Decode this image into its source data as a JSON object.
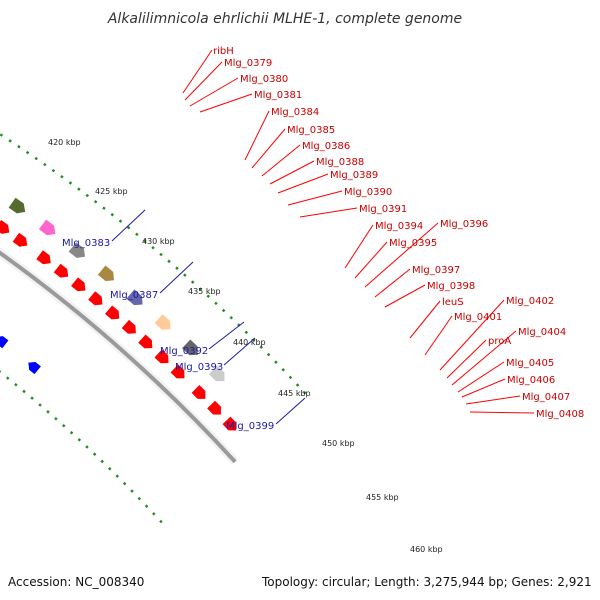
{
  "header": {
    "title": "Alkalilimnicola ehrlichii MLHE-1, complete genome"
  },
  "footer": {
    "accession": "Accession: NC_008340",
    "topology": "Topology: circular; Length: 3,275,944 bp; Genes: 2,921"
  },
  "scale_labels": [
    "420 kbp",
    "425 kbp",
    "430 kbp",
    "435 kbp",
    "440 kbp",
    "445 kbp",
    "450 kbp",
    "455 kbp",
    "460 kbp"
  ],
  "gene_labels_forward": [
    "ribH",
    "Mlg_0379",
    "Mlg_0380",
    "Mlg_0381",
    "Mlg_0384",
    "Mlg_0385",
    "Mlg_0386",
    "Mlg_0388",
    "Mlg_0389",
    "Mlg_0390",
    "Mlg_0391",
    "Mlg_0394",
    "Mlg_0395",
    "Mlg_0396",
    "Mlg_0397",
    "Mlg_0398",
    "leuS",
    "Mlg_0401",
    "Mlg_0402",
    "proA",
    "Mlg_0404",
    "Mlg_0405",
    "Mlg_0406",
    "Mlg_0407",
    "Mlg_0408"
  ],
  "gene_labels_reverse": [
    "Mlg_0383",
    "Mlg_0387",
    "Mlg_0392",
    "Mlg_0393",
    "Mlg_0399"
  ],
  "colors": {
    "forward_gene": "#ff0000",
    "reverse_gene": "#0000ff",
    "forward_label": "#cc0000",
    "reverse_label": "#1a1aa6",
    "backbone": "#9a9a9a",
    "dots": "#1f8f1f"
  }
}
